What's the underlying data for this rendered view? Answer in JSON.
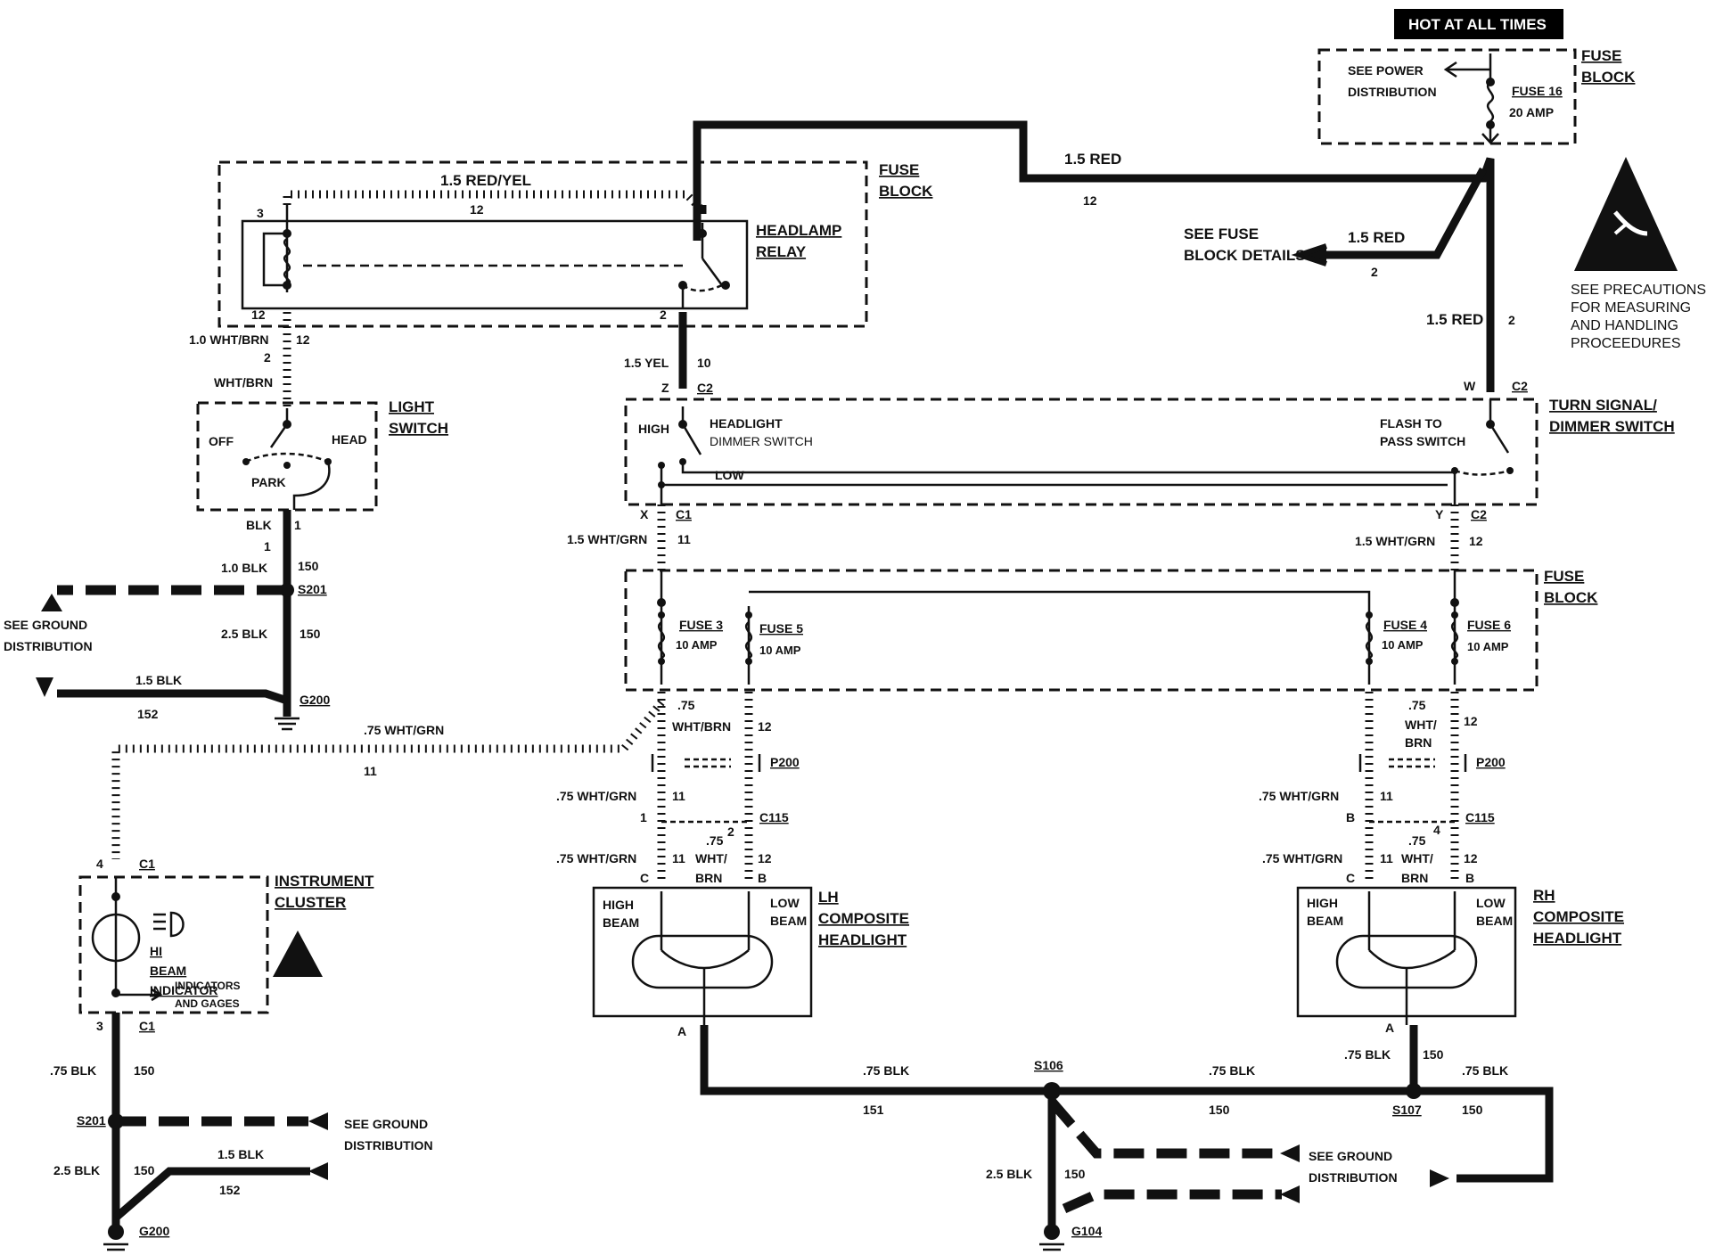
{
  "hot_at_all_times": "HOT AT ALL TIMES",
  "fuse_block_top": {
    "title1": "FUSE",
    "title2": "BLOCK",
    "see_power1": "SEE POWER",
    "see_power2": "DISTRIBUTION",
    "fuse16": "FUSE 16",
    "fuse16_amp": "20 AMP"
  },
  "fuse_block_relay": {
    "title1": "FUSE",
    "title2": "BLOCK"
  },
  "headlamp_relay": {
    "line1": "HEADLAMP",
    "line2": "RELAY",
    "pin3": "3",
    "pin12": "12",
    "pin2": "2"
  },
  "wires": {
    "red_yel": "1.5 RED/YEL",
    "red_yel_ckt": "12",
    "red_top": "1.5 RED",
    "red_top_ckt": "12",
    "red_fuse": "1.5 RED",
    "red_fuse_ckt": "2",
    "red_vert": "1.5 RED",
    "red_vert_ckt": "2",
    "wht_brn_relay": "1.0 WHT/BRN",
    "wht_brn_relay_ckt": "12",
    "wht_brn_relay_pin": "2",
    "wht_brn_switch": "WHT/BRN",
    "yel": "1.5 YEL",
    "yel_ckt": "10",
    "blk_switch": "BLK",
    "blk_switch_pin": "1",
    "blk_switch_pin2": "1",
    "blk10": "1.0 BLK",
    "blk10_ckt": "150",
    "blk25_top": "2.5 BLK",
    "blk25_top_ckt": "150",
    "blk15_top": "1.5 BLK",
    "blk15_top_ckt": "152",
    "wht_grn_x": "1.5 WHT/GRN",
    "wht_grn_x_ckt": "11",
    "wht_grn_y": "1.5 WHT/GRN",
    "wht_grn_y_ckt": "12",
    "wht_grn_cluster": ".75 WHT/GRN",
    "wht_grn_cluster_ckt": "11",
    "lh_75": ".75",
    "lh_wht_brn": "WHT/BRN",
    "lh_wht_brn_ckt": "12",
    "lh_wht_grn1": ".75 WHT/GRN",
    "lh_wht_grn1_ckt": "11",
    "lh_wht_grn2": ".75 WHT/GRN",
    "lh_wht_grn2_ckt": "11",
    "lh_wht_brn2a": ".75",
    "lh_wht_brn2b": "WHT/",
    "lh_wht_brn2c": "BRN",
    "lh_wht_brn2_ckt": "12",
    "rh_75": ".75",
    "rh_wht": "WHT/",
    "rh_brn": "BRN",
    "rh_top_ckt": "12",
    "rh_wht_grn1": ".75 WHT/GRN",
    "rh_wht_grn1_ckt": "11",
    "rh_wht_grn2": ".75 WHT/GRN",
    "rh_wht_grn2_ckt": "11",
    "rh_wht_brn2a": ".75",
    "rh_wht_brn2b": "WHT/",
    "rh_wht_brn2c": "BRN",
    "rh_wht_brn2_ckt": "12",
    "cl_blk75": ".75 BLK",
    "cl_blk75_ckt": "150",
    "cl_blk25": "2.5 BLK",
    "cl_blk25_ckt": "150",
    "cl_blk15": "1.5 BLK",
    "cl_blk15_ckt": "152",
    "bot_blk75a": ".75 BLK",
    "bot_blk75a_ckt": "151",
    "bot_blk75b": ".75 BLK",
    "bot_blk75b_ckt": "150",
    "bot_blk75c": ".75 BLK",
    "bot_blk75c_ckt": "150",
    "bot_blk75d": ".75 BLK",
    "bot_blk75d_ckt": "150",
    "bot_blk25": "2.5 BLK",
    "bot_blk25_ckt": "150"
  },
  "see_fuse": {
    "line1": "SEE FUSE",
    "line2": "BLOCK DETAILS"
  },
  "esd_notice": {
    "line1": "SEE PRECAUTIONS",
    "line2": "FOR MEASURING",
    "line3": "AND HANDLING",
    "line4": "PROCEEDURES"
  },
  "light_switch": {
    "line1": "LIGHT",
    "line2": "SWITCH",
    "off": "OFF",
    "head": "HEAD",
    "park": "PARK"
  },
  "dimmer": {
    "high": "HIGH",
    "hd1": "HEADLIGHT",
    "hd2": "DIMMER SWITCH",
    "low": "LOW",
    "flash1": "FLASH TO",
    "flash2": "PASS SWITCH",
    "z": "Z",
    "c2a": "C2",
    "w": "W",
    "c2b": "C2",
    "x": "X",
    "c1": "C1",
    "y": "Y",
    "c2c": "C2"
  },
  "turn_signal": {
    "line1": "TURN SIGNAL/",
    "line2": "DIMMER SWITCH"
  },
  "fuse_block_mid": {
    "title1": "FUSE",
    "title2": "BLOCK",
    "fuse3": "FUSE 3",
    "fuse3_amp": "10 AMP",
    "fuse5": "FUSE 5",
    "fuse5_amp": "10 AMP",
    "fuse4": "FUSE 4",
    "fuse4_amp": "10 AMP",
    "fuse6": "FUSE 6",
    "fuse6_amp": "10 AMP"
  },
  "splices": {
    "s201_top": "S201",
    "g200_top": "G200",
    "s201_bot": "S201",
    "g200_bot": "G200",
    "s106": "S106",
    "s107": "S107",
    "g104": "G104"
  },
  "see_ground_1": {
    "line1": "SEE GROUND",
    "line2": "DISTRIBUTION"
  },
  "see_ground_2": {
    "line1": "SEE GROUND",
    "line2": "DISTRIBUTION"
  },
  "see_ground_3": {
    "line1": "SEE GROUND",
    "line2": "DISTRIBUTION"
  },
  "connectors": {
    "p200_l": "P200",
    "p200_r": "P200",
    "c115_l": "C115",
    "c115_r": "C115",
    "lh_pin1": "1",
    "lh_pin2": "2",
    "rh_pinb": "B",
    "rh_pin4": "4",
    "lh_c": "C",
    "lh_b": "B",
    "rh_c": "C",
    "rh_b": "B",
    "lh_a": "A",
    "rh_a": "A"
  },
  "lh_headlight": {
    "line1": "LH",
    "line2": "COMPOSITE",
    "line3": "HEADLIGHT",
    "high1": "HIGH",
    "high2": "BEAM",
    "low1": "LOW",
    "low2": "BEAM"
  },
  "rh_headlight": {
    "line1": "RH",
    "line2": "COMPOSITE",
    "line3": "HEADLIGHT",
    "high1": "HIGH",
    "high2": "BEAM",
    "low1": "LOW",
    "low2": "BEAM"
  },
  "cluster": {
    "line1": "INSTRUMENT",
    "line2": "CLUSTER",
    "pin4": "4",
    "c1a": "C1",
    "pin3": "3",
    "c1b": "C1",
    "hi": "HI",
    "beam": "BEAM",
    "indicator": "INDICATOR",
    "ind1": "INDICATORS",
    "ind2": "AND GAGES"
  }
}
